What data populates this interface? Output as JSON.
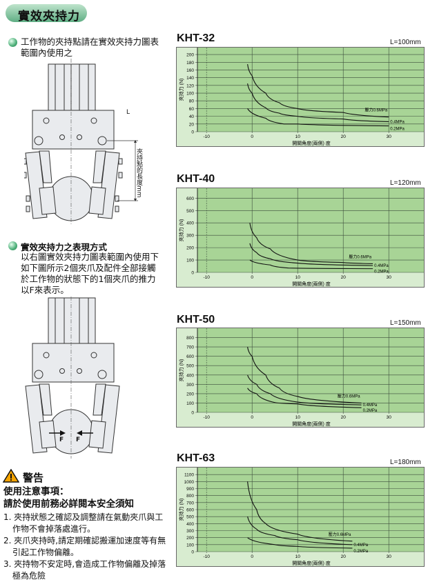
{
  "header": {
    "title": "實效夾持力"
  },
  "intro": {
    "line1": "工作物的夾持點請在實效夾持力圖表",
    "line2": "範圍內使用之"
  },
  "diagram1": {
    "dimension_label": "L",
    "vertical_label": "夾持點的長度mm"
  },
  "section2": {
    "title": "實效夾持力之表現方式",
    "lines": [
      "以右圖實效夾持力圖表範圍內使用下",
      "如下圖所示2個夾爪及配件全部接觸",
      "於工作物的狀態下的1個夾爪的推力",
      "以F來表示。"
    ]
  },
  "diagram2": {
    "force_left": "F",
    "force_right": "F"
  },
  "warning": {
    "icon": "warning-triangle-icon",
    "title": "警告",
    "subtitle1": "使用注意事項：",
    "subtitle2": "請於使用前務必詳閱本安全須知",
    "items": [
      {
        "num": "1.",
        "line1": "夾持狀態之確認及調整請在氣動夾爪與工",
        "line2": "作物不會掉落處進行。"
      },
      {
        "num": "2.",
        "line1": "夾爪夾持時,請定期確認搬運加速度等有無",
        "line2": "引起工作物偏離。"
      },
      {
        "num": "3.",
        "line1": "夾持物不安定時,會造成工作物偏離及掉落",
        "line2": "極為危險"
      }
    ]
  },
  "colors": {
    "plot": "#a8d496",
    "frame": "#d8ecd0",
    "header": "#5fae84"
  },
  "chart_data": [
    {
      "type": "line",
      "title": "KHT-32",
      "note": "L=100mm",
      "xlabel": "開關角度(兩側) 度",
      "ylabel": "夾持力 (N)",
      "xlim": [
        -12,
        38
      ],
      "ylim": [
        0,
        218
      ],
      "xticks": [
        -10,
        0,
        10,
        20,
        30
      ],
      "yticks": [
        0,
        20,
        40,
        60,
        80,
        100,
        120,
        140,
        160,
        180,
        200
      ],
      "grid": true,
      "series": [
        {
          "name": "壓力0.6MPa",
          "points": [
            [
              -1,
              175
            ],
            [
              0,
              145
            ],
            [
              3,
              100
            ],
            [
              6,
              75
            ],
            [
              10,
              60
            ],
            [
              20,
              50
            ],
            [
              30,
              38
            ]
          ]
        },
        {
          "name": "0.4MPa",
          "points": [
            [
              -1,
              125
            ],
            [
              0,
              100
            ],
            [
              3,
              62
            ],
            [
              6,
              48
            ],
            [
              10,
              40
            ],
            [
              20,
              33
            ],
            [
              30,
              26
            ]
          ]
        },
        {
          "name": "0.2MPa",
          "points": [
            [
              -1,
              60
            ],
            [
              3,
              35
            ],
            [
              7,
              20
            ],
            [
              10,
              20
            ],
            [
              30,
              15
            ]
          ]
        }
      ]
    },
    {
      "type": "line",
      "title": "KHT-40",
      "note": "L=120mm",
      "xlabel": "開關角度(兩側) 度",
      "ylabel": "夾持力 (N)",
      "xlim": [
        -12,
        38
      ],
      "ylim": [
        0,
        680
      ],
      "xticks": [
        -10,
        0,
        10,
        20,
        30
      ],
      "yticks": [
        0,
        100,
        200,
        300,
        400,
        500,
        600
      ],
      "grid": true,
      "series": [
        {
          "name": "壓力0.6MPa",
          "points": [
            [
              -0.5,
              400
            ],
            [
              1,
              280
            ],
            [
              4,
              190
            ],
            [
              10,
              100
            ],
            [
              20,
              80
            ],
            [
              26.5,
              70
            ]
          ]
        },
        {
          "name": "0.4MPa",
          "points": [
            [
              -0.5,
              235
            ],
            [
              1,
              160
            ],
            [
              4,
              110
            ],
            [
              10,
              75
            ],
            [
              26.5,
              55
            ]
          ]
        },
        {
          "name": "0.2MPa",
          "points": [
            [
              -0.5,
              100
            ],
            [
              4,
              60
            ],
            [
              8,
              35
            ],
            [
              26.5,
              30
            ]
          ]
        }
      ]
    },
    {
      "type": "line",
      "title": "KHT-50",
      "note": "L=150mm",
      "xlabel": "開關角度(兩側) 度",
      "ylabel": "夾持力 (N)",
      "xlim": [
        -12,
        38
      ],
      "ylim": [
        0,
        900
      ],
      "xticks": [
        -10,
        0,
        10,
        20,
        30
      ],
      "yticks": [
        0,
        100,
        200,
        300,
        400,
        500,
        600,
        700,
        800
      ],
      "grid": true,
      "series": [
        {
          "name": "壓力0.6MPa",
          "points": [
            [
              -1,
              700
            ],
            [
              0,
              600
            ],
            [
              3,
              400
            ],
            [
              6,
              260
            ],
            [
              10,
              170
            ],
            [
              24,
              100
            ]
          ]
        },
        {
          "name": "0.4MPa",
          "points": [
            [
              -1,
              400
            ],
            [
              1,
              300
            ],
            [
              4,
              200
            ],
            [
              10,
              110
            ],
            [
              24,
              80
            ]
          ]
        },
        {
          "name": "0.2MPa",
          "points": [
            [
              -1,
              260
            ],
            [
              1,
              200
            ],
            [
              5,
              105
            ],
            [
              10,
              90
            ],
            [
              24,
              50
            ]
          ]
        }
      ]
    },
    {
      "type": "line",
      "title": "KHT-63",
      "note": "L=180mm",
      "xlabel": "開關角度(兩側) 度",
      "ylabel": "夾持力 (N)",
      "xlim": [
        -12,
        38
      ],
      "ylim": [
        0,
        1200
      ],
      "xticks": [
        -10,
        0,
        10,
        20,
        30
      ],
      "yticks": [
        0,
        100,
        200,
        300,
        400,
        500,
        600,
        700,
        800,
        900,
        1000,
        1100
      ],
      "grid": true,
      "series": [
        {
          "name": "壓力0.6MPa",
          "points": [
            [
              -1,
              1000
            ],
            [
              1,
              600
            ],
            [
              3,
              400
            ],
            [
              10,
              250
            ],
            [
              22,
              150
            ]
          ]
        },
        {
          "name": "0.4MPa",
          "points": [
            [
              -1,
              500
            ],
            [
              1,
              320
            ],
            [
              5,
              230
            ],
            [
              10,
              170
            ],
            [
              22,
              100
            ]
          ]
        },
        {
          "name": "0.2MPa",
          "points": [
            [
              -1,
              200
            ],
            [
              5,
              100
            ],
            [
              10,
              75
            ],
            [
              22,
              50
            ]
          ]
        }
      ]
    }
  ]
}
